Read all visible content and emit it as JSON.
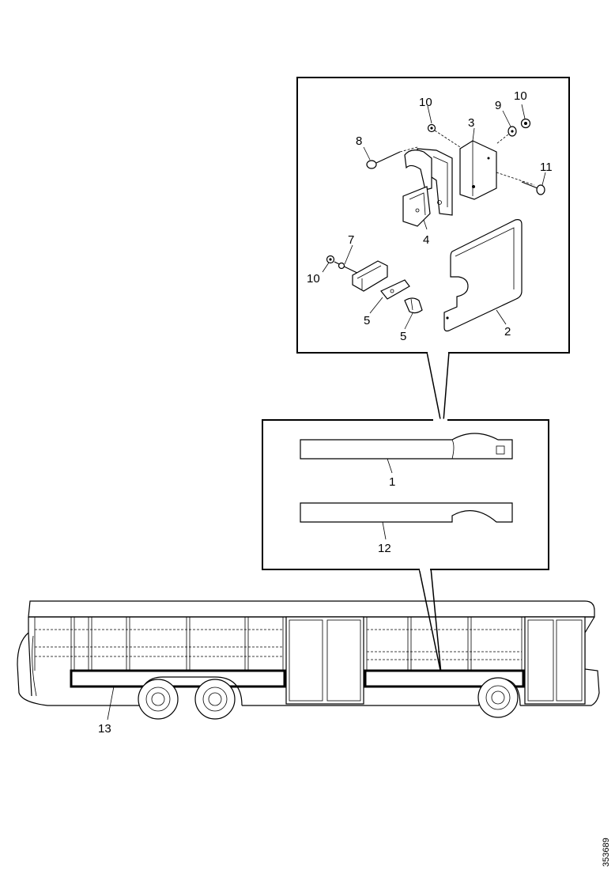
{
  "figure_reference": "353689",
  "callouts": {
    "c1": "1",
    "c2": "2",
    "c3": "3",
    "c4": "4",
    "c5a": "5",
    "c5b": "5",
    "c7": "7",
    "c8": "8",
    "c9": "9",
    "c10a": "10",
    "c10b": "10",
    "c10c": "10",
    "c11": "11",
    "c12": "12",
    "c13": "13"
  }
}
